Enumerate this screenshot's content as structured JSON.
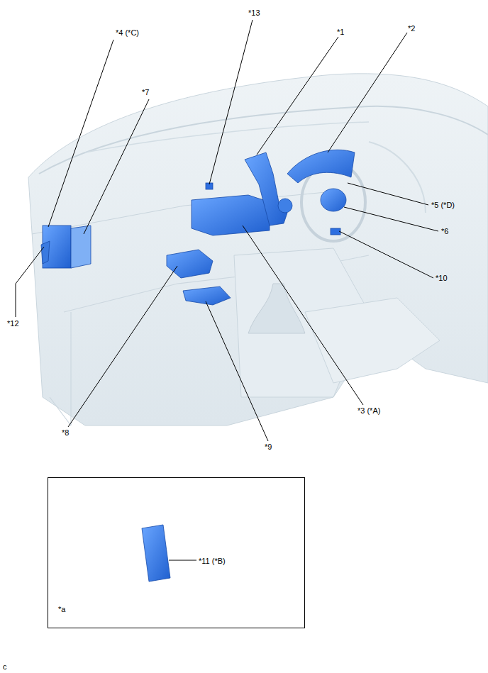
{
  "diagram": {
    "nodes": [
      {
        "text": [
          "*11 (*B)",
          "*a"
        ]
      }
    ],
    "labels": [
      "*13",
      "*1",
      "*4 (*C)",
      "*2",
      "*7",
      "*5 (*D)",
      "*6",
      "*10",
      "*12",
      "*3 (*A)",
      "*8",
      "*9",
      "c"
    ]
  }
}
